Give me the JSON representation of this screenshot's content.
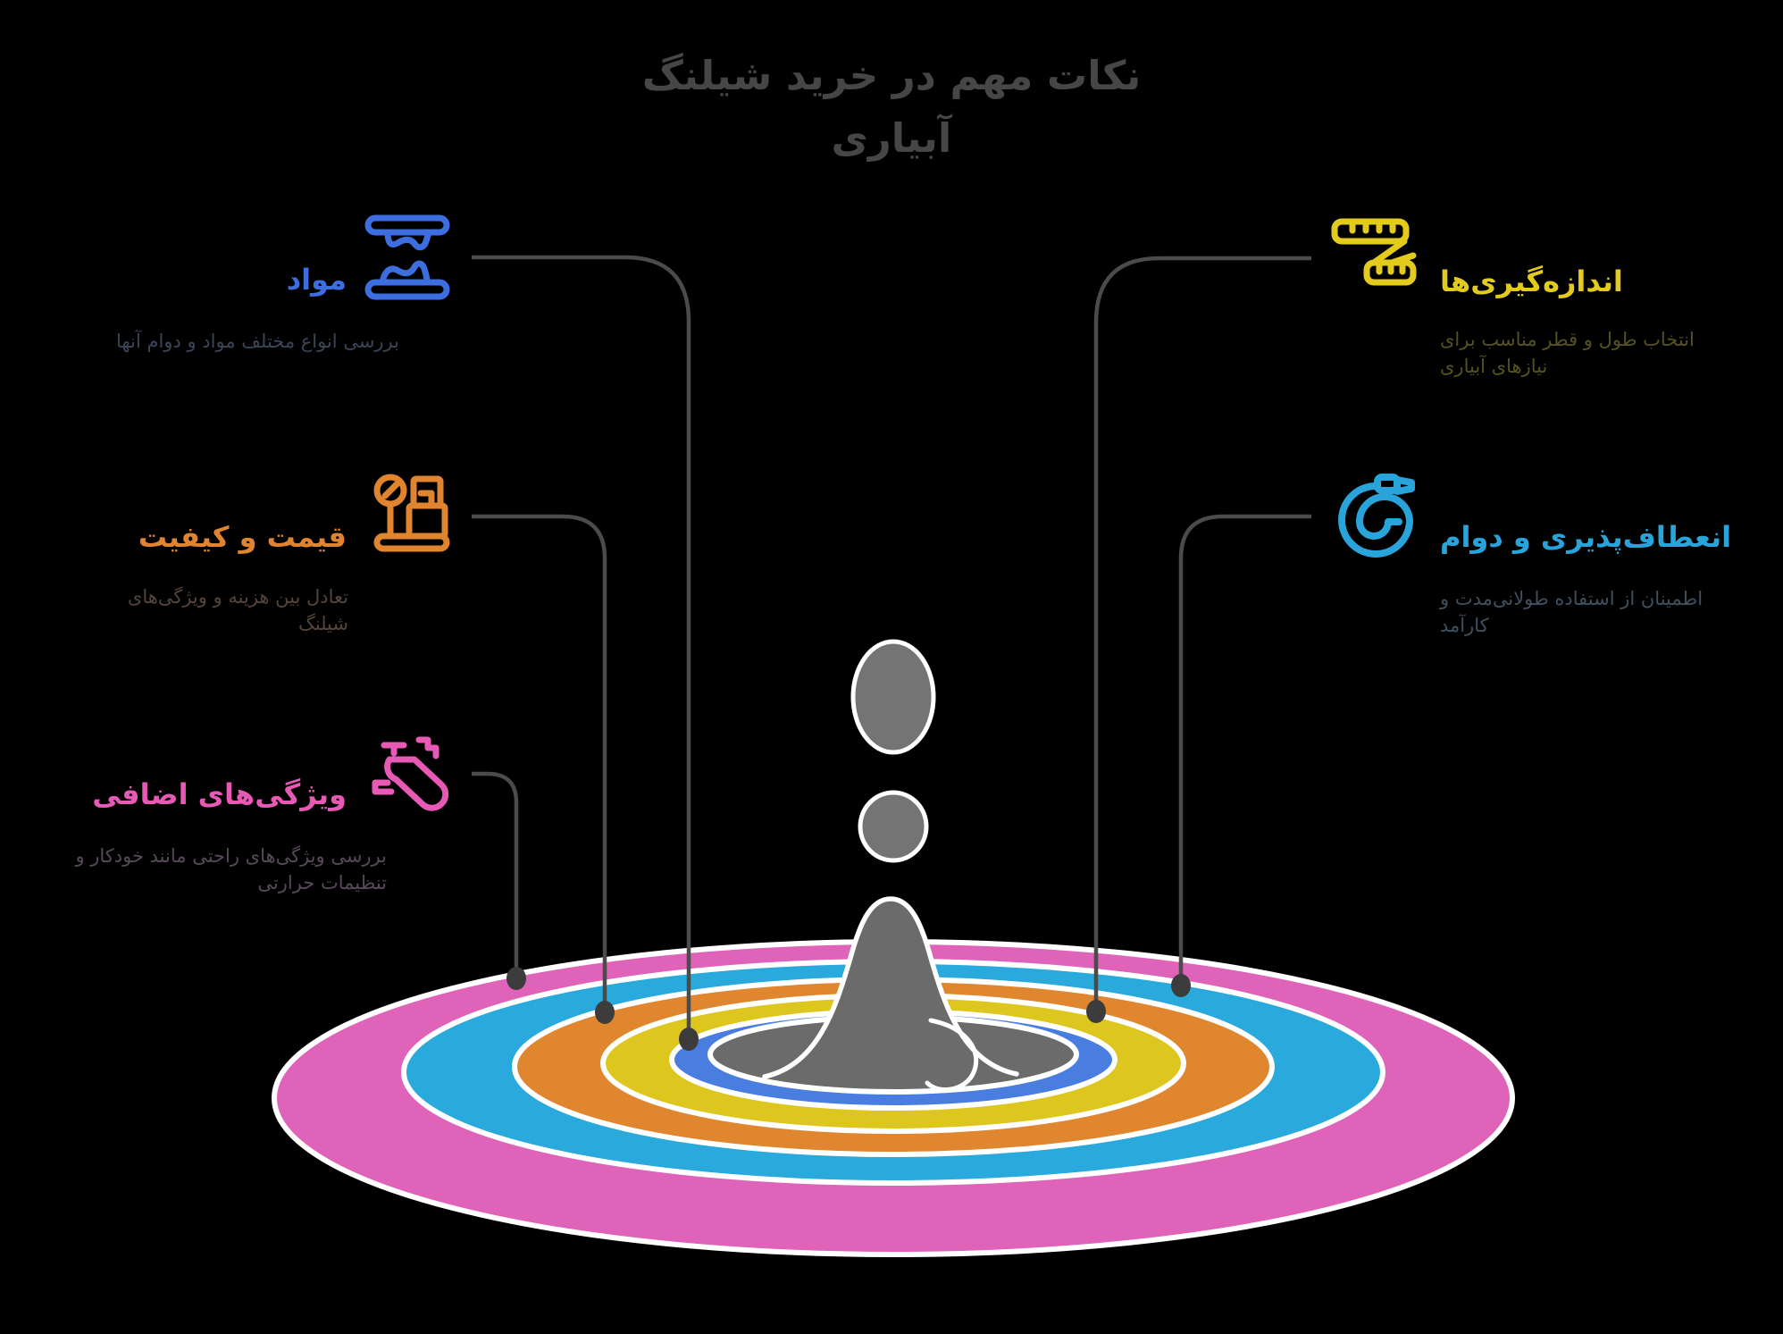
{
  "title": {
    "line1": "نکات مهم در خرید شیلنگ",
    "line2": "آبیاری"
  },
  "items": [
    {
      "id": "materials",
      "label": "مواد",
      "description": "بررسی انواع مختلف مواد و دوام آنها",
      "color": "#3c6ee0",
      "icon": "press-materials-icon",
      "side": "left",
      "connected_ring": "blue"
    },
    {
      "id": "price-quality",
      "label": "قیمت و کیفیت",
      "description": "تعادل بین هزینه و ویژگی‌های شیلنگ",
      "color": "#e0842f",
      "icon": "weighing-scale-icon",
      "side": "left",
      "connected_ring": "orange"
    },
    {
      "id": "extra-features",
      "label": "ویژگی‌های اضافی",
      "description": "بررسی ویژگی‌های راحتی مانند خودکار و تنظیمات حرارتی",
      "color": "#e659b4",
      "icon": "steamer-icon",
      "side": "left",
      "connected_ring": "pink"
    },
    {
      "id": "measurements",
      "label": "اندازه‌گیری‌ها",
      "description": "انتخاب طول و قطر مناسب برای نیازهای آبیاری",
      "color": "#e3cb1d",
      "icon": "measuring-tape-icon",
      "side": "right",
      "connected_ring": "yellow"
    },
    {
      "id": "flexibility-durability",
      "label": "انعطاف‌پذیری و دوام",
      "description": "اطمینان از استفاده طولانی‌مدت و کارآمد",
      "color": "#29a4da",
      "icon": "hose-coil-icon",
      "side": "right",
      "connected_ring": "cyan"
    }
  ],
  "illustration": {
    "name": "water-drop-splash",
    "ring_colors": {
      "pink": "#df63b8",
      "cyan": "#29a9dc",
      "orange": "#e0862e",
      "yellow": "#ddc71f",
      "blue": "#4a7de0"
    },
    "center_color": "#6b6b6b",
    "droplet_color": "#747474",
    "connector_color": "#4b4b4b",
    "background_color": "#000000",
    "title_color": "#464646"
  }
}
